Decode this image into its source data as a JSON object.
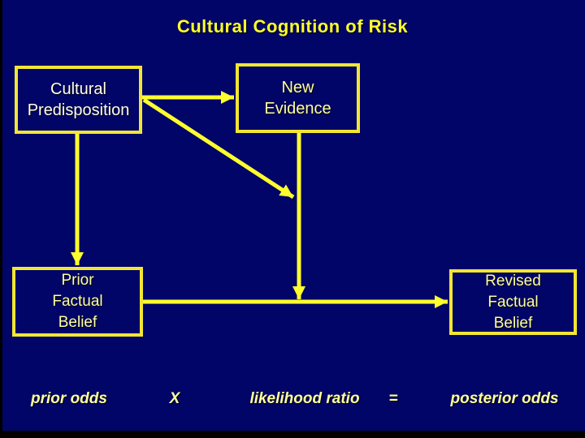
{
  "colors": {
    "background": "#000567",
    "frame": "#000000",
    "accent_yellow": "#FFFF2E",
    "box_border": "#F2E634",
    "title_text": "#FFFF2E",
    "box_text_light": "#FFFFE9",
    "box_text_yellow": "#FFFF9E",
    "equation_text": "#FFFF9E"
  },
  "slide": {
    "title": "Cultural Cognition of Risk",
    "boxes": {
      "cultural_predisposition": "Cultural\nPredisposition",
      "new_evidence": "New\nEvidence",
      "prior_factual_belief": "Prior\nFactual\nBelief",
      "revised_factual_belief": "Revised\nFactual\nBelief"
    },
    "equation": {
      "prior_odds": "prior odds",
      "multiply_sign": "X",
      "likelihood_ratio": "likelihood ratio",
      "equals_sign": "=",
      "posterior_odds": "posterior odds"
    }
  }
}
